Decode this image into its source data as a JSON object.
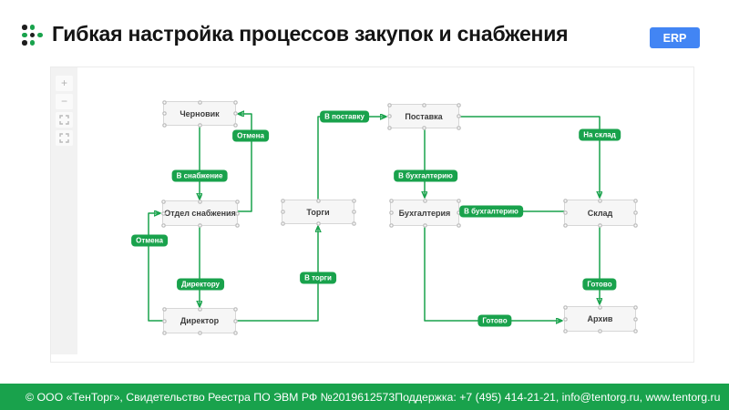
{
  "header": {
    "title": "Гибкая настройка процессов закупок и снабжения",
    "badge": "ERP",
    "logo_icon": "dots-grid-logo"
  },
  "colors": {
    "accent_green": "#19A24C",
    "badge_blue": "#4285F4",
    "node_fill": "#F6F6F6",
    "node_border": "#D7D7D7"
  },
  "toolbar": {
    "zoom_in_label": "+",
    "zoom_out_label": "−",
    "fit_view_icon": "corner-brackets",
    "fullscreen_icon": "corner-brackets"
  },
  "diagram": {
    "nodes": [
      {
        "id": "draft",
        "label": "Черновик"
      },
      {
        "id": "supply-dept",
        "label": "Отдел снабжения"
      },
      {
        "id": "auction",
        "label": "Торги"
      },
      {
        "id": "delivery",
        "label": "Поставка"
      },
      {
        "id": "accounting",
        "label": "Бухгалтерия"
      },
      {
        "id": "warehouse",
        "label": "Склад"
      },
      {
        "id": "director",
        "label": "Директор"
      },
      {
        "id": "archive",
        "label": "Архив"
      }
    ],
    "edges": [
      {
        "from": "Черновик",
        "to": "Отдел снабжения",
        "label": "В снабжение"
      },
      {
        "from": "Отдел снабжения",
        "to": "Черновик",
        "label": "Отмена"
      },
      {
        "from": "Директор",
        "to": "Отдел снабжения",
        "label": "Отмена"
      },
      {
        "from": "Отдел снабжения",
        "to": "Директор",
        "label": "Директору"
      },
      {
        "from": "Директор",
        "to": "Торги",
        "label": "В торги"
      },
      {
        "from": "Торги",
        "to": "Поставка",
        "label": "В поставку"
      },
      {
        "from": "Поставка",
        "to": "Бухгалтерия",
        "label": "В бухгалтерию"
      },
      {
        "from": "Склад",
        "to": "Бухгалтерия",
        "label": "В бухгалтерию"
      },
      {
        "from": "Поставка",
        "to": "Склад",
        "label": "На склад"
      },
      {
        "from": "Бухгалтерия",
        "to": "Архив",
        "label": "Готово"
      },
      {
        "from": "Склад",
        "to": "Архив",
        "label": "Готово"
      }
    ]
  },
  "footer": {
    "left": "© ООО «ТенТорг», Свидетельство Реестра ПО ЭВМ РФ №2019612573",
    "right": "Поддержка: +7 (495) 414-21-21, info@tentorg.ru, www.tentorg.ru"
  }
}
